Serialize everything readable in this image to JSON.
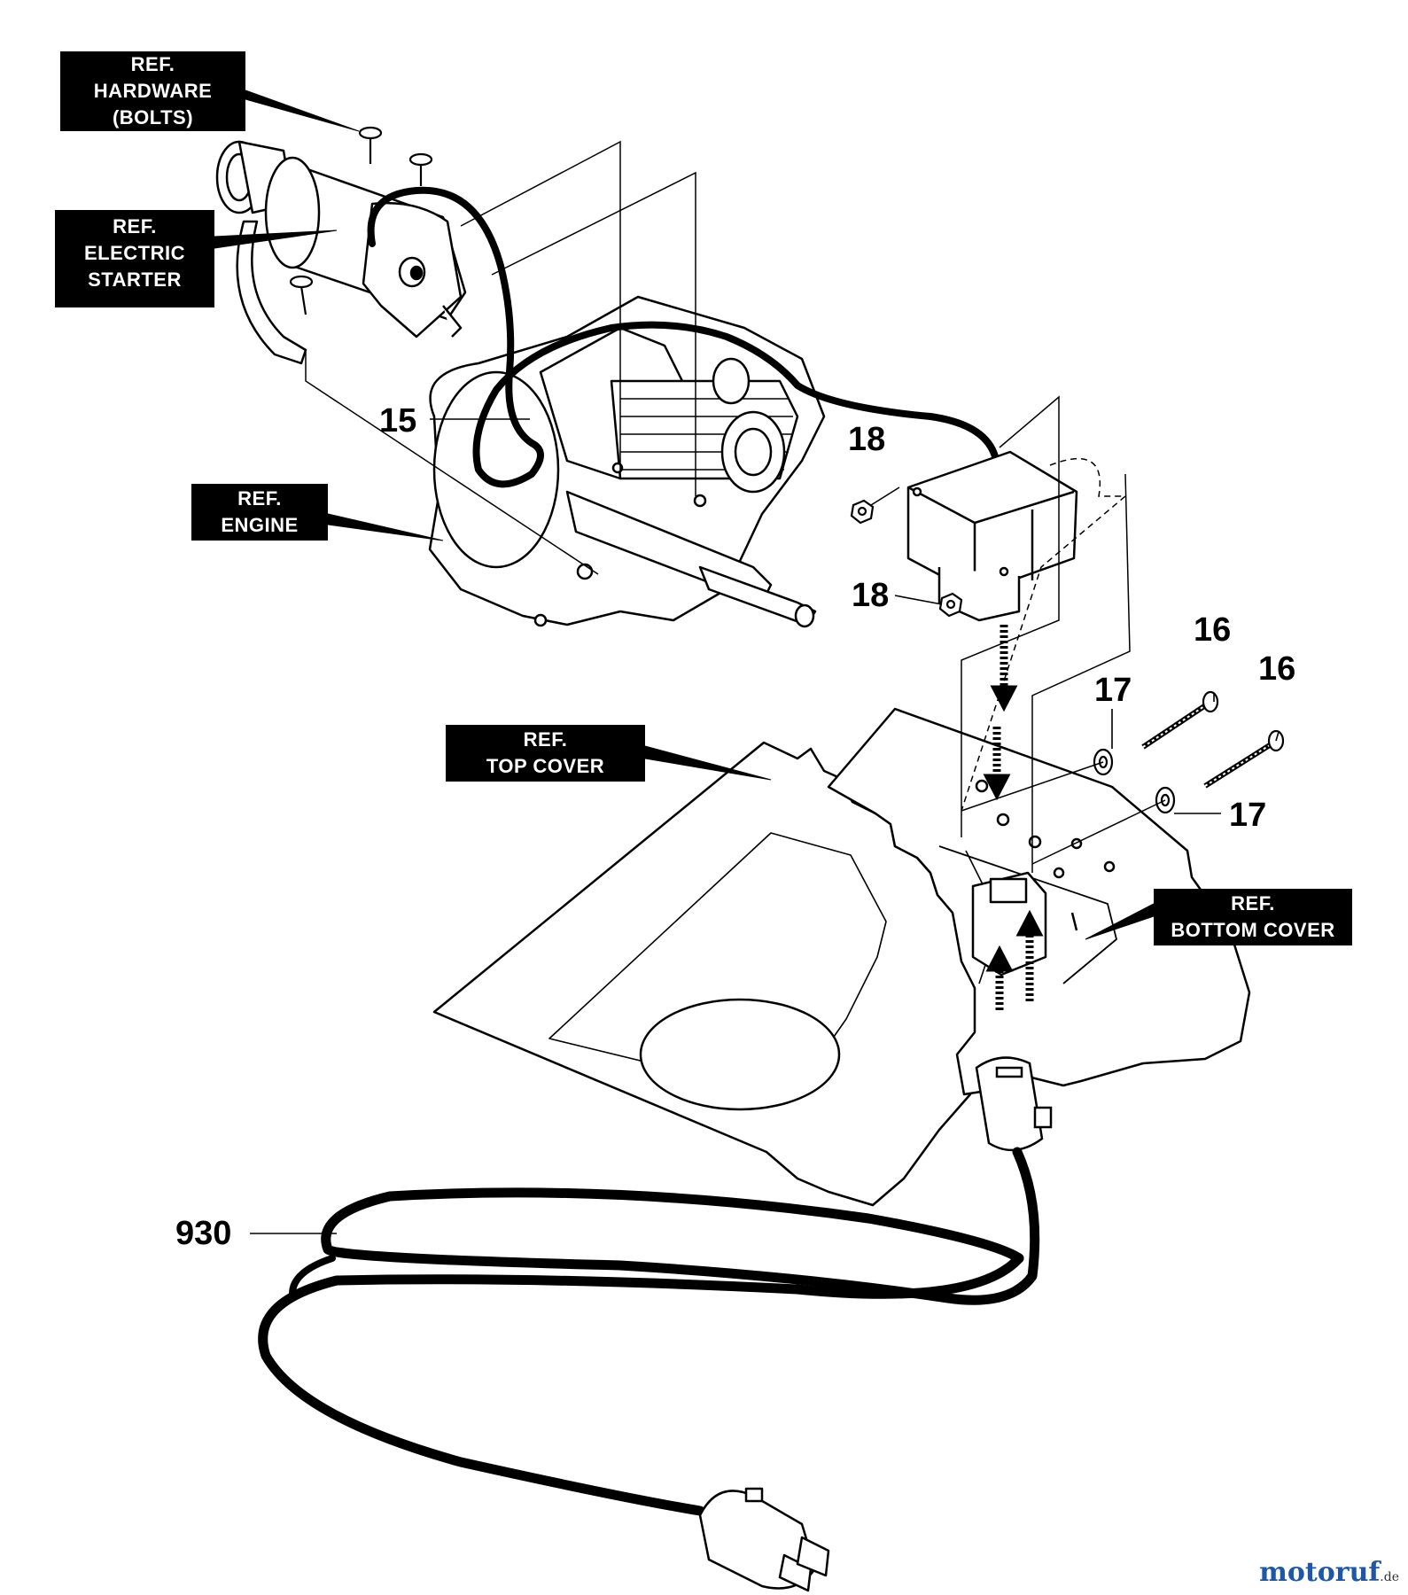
{
  "refs": {
    "hardware": [
      "REF.",
      "HARDWARE",
      "(BOLTS)"
    ],
    "starter": [
      "REF.",
      "ELECTRIC",
      "STARTER"
    ],
    "engine": [
      "REF.",
      "ENGINE"
    ],
    "top_cover": [
      "REF.",
      "TOP COVER"
    ],
    "bottom_cover": [
      "REF.",
      "BOTTOM COVER"
    ]
  },
  "parts": {
    "p15": "15",
    "p16a": "16",
    "p16b": "16",
    "p17a": "17",
    "p17b": "17",
    "p18a": "18",
    "p18b": "18",
    "p930": "930"
  },
  "watermark": {
    "name": "motoruf",
    "suffix": ".de"
  },
  "colors": {
    "ink": "#000000",
    "paper": "#ffffff",
    "watermark_blue": "#1f57a8",
    "watermark_green": "#3a9a3a",
    "watermark_orange": "#e08a1e"
  }
}
